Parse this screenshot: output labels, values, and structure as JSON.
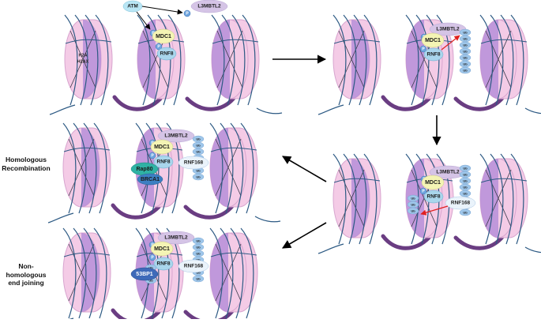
{
  "labels": {
    "atm": "ATM",
    "h2a": "H2A",
    "h2ax": "H2AX",
    "mdc1": "MDC1",
    "rnf8": "RNF8",
    "l3mbtl2": "L3MBTL2",
    "rnf168": "RNF168",
    "rap80": "Rap80",
    "brca1": "BRCA1",
    "bp53": "53BP1",
    "ub": "Ub",
    "p": "P"
  },
  "pathways": {
    "hr_line1": "Homologous",
    "hr_line2": "Recombination",
    "nhej_line1": "Non-homologous",
    "nhej_line2": "end joining"
  },
  "colors": {
    "nucleosome_fill": "#f4cbe6",
    "nucleosome_stroke": "#d8a5cf",
    "histone_dark": "#b38bd8",
    "dna_blue": "#2d5a84",
    "linker_purple": "#6a3d82",
    "atm": "#b9e6f5",
    "mdc1": "#f4f4b4",
    "rnf8": "#a9d6ec",
    "l3mbtl2": "#d5c4e6",
    "ub": "#9ec6ea",
    "phospho": "#6ea4de",
    "rap80": "#2fb2a4",
    "brca1": "#3c7fc2",
    "bp53": "#3e6ab9",
    "inhibit_red": "#e02020"
  }
}
